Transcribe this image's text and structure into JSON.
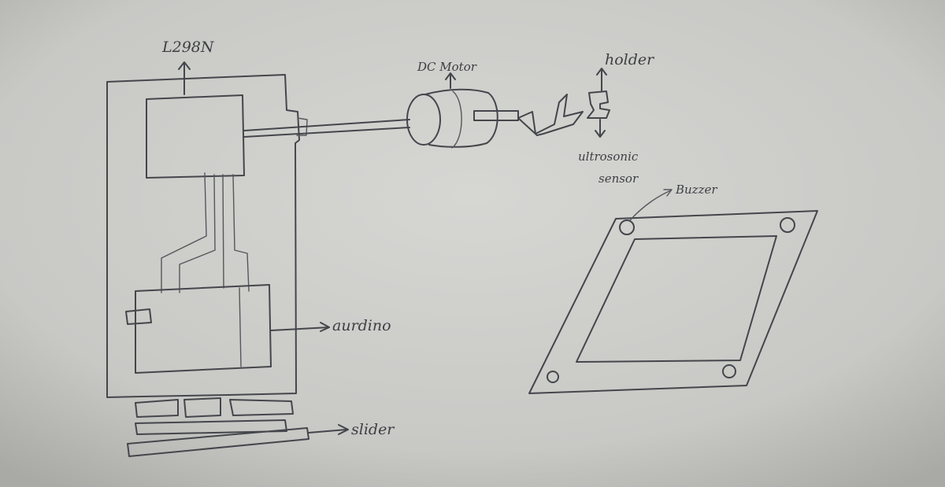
{
  "labels": {
    "l298n": "L298N",
    "dc_motor": "DC Motor",
    "holder": "holder",
    "ultrasonic_sensor_line1": "ultrosonic",
    "ultrasonic_sensor_line2": "sensor",
    "buzzer": "Buzzer",
    "arduino": "aurdino",
    "slider": "slider"
  },
  "colors": {
    "paper": "#c9c9c6",
    "ink": "#44464b"
  }
}
